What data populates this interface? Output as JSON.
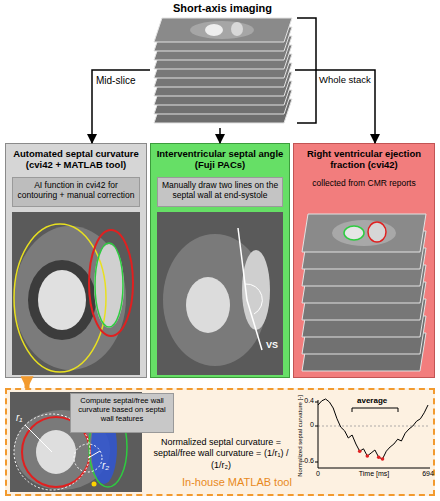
{
  "diagram": {
    "nodes": [
      {
        "text": [
          "Short-axis imaging"
        ]
      },
      {
        "text": [
          "Automated septal curvature (cvi42 + MATLAB tool)"
        ]
      },
      {
        "text": [
          "AI function in cvi42 for contouring + manual correction"
        ],
        "in": 1
      },
      {
        "text": [
          "Interventricular septal angle (Fuji PACs)"
        ]
      },
      {
        "text": [
          "Manually draw two lines on the septal wall at end-systole"
        ],
        "in": 3
      },
      {
        "text": [
          "Right ventricular ejection fraction (cvi42)",
          "collected from CMR reports"
        ]
      },
      {
        "text": [
          "In-house MATLAB tool"
        ]
      },
      {
        "text": [
          "Compute septal/free wall curvature based on septal wall features"
        ],
        "in": 6
      }
    ],
    "edges": [
      {
        "from": 0,
        "to": 1,
        "arrow": "to",
        "label": "Mid-slice"
      },
      {
        "from": 0,
        "to": 3,
        "arrow": "to"
      },
      {
        "from": 0,
        "to": 5,
        "arrow": "to",
        "label": "Whole stack"
      },
      {
        "from": 1,
        "to": 6,
        "arrow": "to"
      }
    ],
    "labels": [
      "VS",
      "r₁",
      "r₂",
      "Normalized septal curvature = septal/free wall curvature = (1/r₁) / (1/r₂)",
      "average",
      "Normalized septal curvature [-]",
      "0.4",
      "0",
      "-0.6",
      "Time [ms]",
      "0",
      "694"
    ]
  }
}
